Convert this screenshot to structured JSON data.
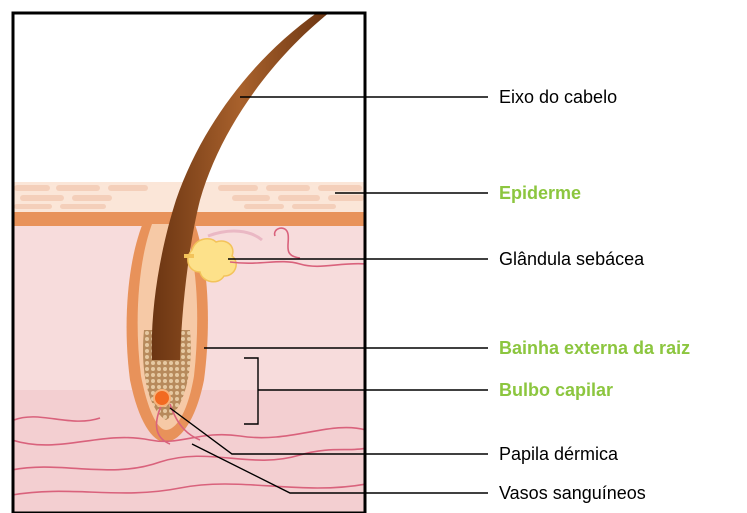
{
  "colors": {
    "highlight": "#8cc63f",
    "text": "#000000",
    "skin_dermis": "#f7dcdc",
    "epidermis": "#fbe6d8",
    "sheath_orange": "#e8925a",
    "hair_brown": "#8a4a20",
    "vessel": "#d9627c",
    "papilla": "#f26a21",
    "gland": "#fde18a"
  },
  "labels": {
    "hair_shaft": "Eixo do cabelo",
    "epidermis": "Epiderme",
    "sebaceous_gland": "Glândula sebácea",
    "outer_root_sheath": "Bainha externa da raiz",
    "hair_bulb": "Bulbo capilar",
    "dermal_papilla": "Papila dérmica",
    "blood_vessels": "Vasos sanguíneos"
  },
  "highlighted": [
    "epidermis",
    "outer_root_sheath",
    "hair_bulb"
  ]
}
